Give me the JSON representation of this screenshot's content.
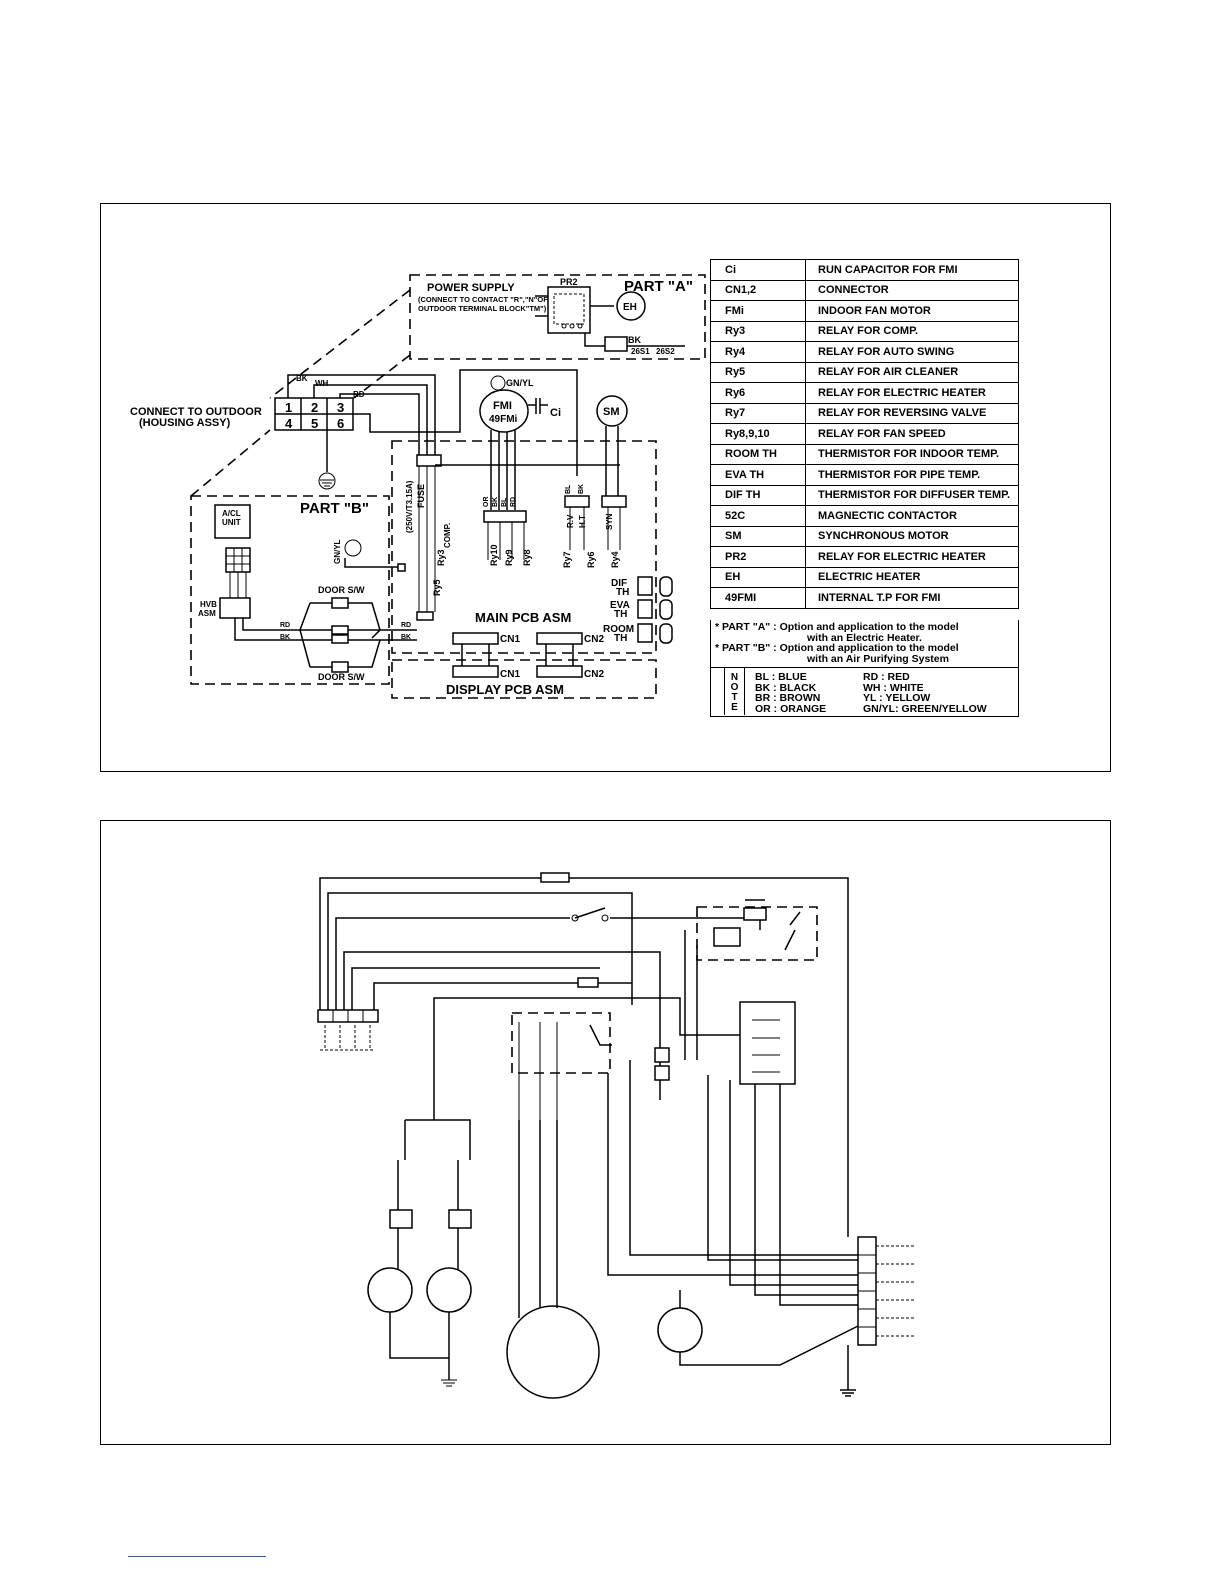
{
  "top_diagram": {
    "part_a_label": "PART \"A\"",
    "part_b_label": "PART \"B\"",
    "power_supply": "POWER SUPPLY",
    "power_note_1": "(CONNECT TO CONTACT \"R\",\"N\"OF",
    "power_note_2": "OUTDOOR TERMINAL BLOCK\"TM\")",
    "pr2": "PR2",
    "eh": "EH",
    "bk": "BK",
    "s26_1": "26S1",
    "s26_2": "26S2",
    "connect_outdoor_1": "CONNECT TO OUTDOOR",
    "connect_outdoor_2": "(HOUSING ASSY)",
    "wire_bk": "BK",
    "wire_wh": "WH",
    "wire_rd": "RD",
    "terminals": [
      "1",
      "2",
      "3",
      "4",
      "5",
      "6"
    ],
    "gn_yl": "GN/YL",
    "fmi": "FMI",
    "fmi_49": "49FMi",
    "ci": "Ci",
    "sm": "SM",
    "fuse": "FUSE",
    "fuse_rating": "(250V/T3.15A)",
    "comp": "COMP.",
    "ry3": "Ry3",
    "ry5": "Ry5",
    "ry10": "Ry10",
    "ry9": "Ry9",
    "ry8": "Ry8",
    "ry7": "Ry7",
    "ry6": "Ry6",
    "ry4": "Ry4",
    "rv": "R.V",
    "ht": "H.T",
    "syn": "SYN",
    "fan_wire_or": "OR",
    "fan_wire_bk": "BK",
    "fan_wire_bl": "BL",
    "fan_wire_rd": "RD",
    "rv_bl": "BL",
    "rv_bk": "BK",
    "dif_th_1": "DIF",
    "dif_th_2": "TH",
    "eva_th_1": "EVA",
    "eva_th_2": "TH",
    "room_th_1": "ROOM",
    "room_th_2": "TH",
    "main_pcb": "MAIN PCB ASM",
    "display_pcb": "DISPLAY PCB ASM",
    "cn1": "CN1",
    "cn2": "CN2",
    "acl_unit_1": "A/CL",
    "acl_unit_2": "UNIT",
    "hvb_1": "HVB",
    "hvb_2": "ASM",
    "door_sw": "DOOR S/W",
    "gn_yl_b": "GN/YL",
    "rd_b": "RD",
    "bk_b": "BK"
  },
  "legend": [
    {
      "code": "Ci",
      "desc": "RUN CAPACITOR FOR FMI"
    },
    {
      "code": "CN1,2",
      "desc": "CONNECTOR"
    },
    {
      "code": "FMi",
      "desc": "INDOOR FAN MOTOR"
    },
    {
      "code": "Ry3",
      "desc": "RELAY FOR COMP."
    },
    {
      "code": "Ry4",
      "desc": "RELAY FOR AUTO SWING"
    },
    {
      "code": "Ry5",
      "desc": "RELAY FOR AIR CLEANER"
    },
    {
      "code": "Ry6",
      "desc": "RELAY FOR ELECTRIC HEATER"
    },
    {
      "code": "Ry7",
      "desc": "RELAY FOR REVERSING VALVE"
    },
    {
      "code": "Ry8,9,10",
      "desc": "RELAY FOR FAN SPEED"
    },
    {
      "code": "ROOM TH",
      "desc": "THERMISTOR FOR INDOOR TEMP."
    },
    {
      "code": "EVA TH",
      "desc": "THERMISTOR FOR PIPE TEMP."
    },
    {
      "code": "DIF TH",
      "desc": "THERMISTOR FOR DIFFUSER TEMP."
    },
    {
      "code": "52C",
      "desc": "MAGNECTIC CONTACTOR"
    },
    {
      "code": "SM",
      "desc": "SYNCHRONOUS MOTOR"
    },
    {
      "code": "PR2",
      "desc": "RELAY FOR ELECTRIC HEATER"
    },
    {
      "code": "EH",
      "desc": "ELECTRIC HEATER"
    },
    {
      "code": "49FMI",
      "desc": "INTERNAL T.P FOR FMI"
    }
  ],
  "notes": {
    "a_1": "* PART \"A\" : Option and application to the model",
    "a_2": "with an Electric Heater.",
    "b_1": "* PART \"B\" : Option and application to the model",
    "b_2": "with an Air Purifying System"
  },
  "colors": {
    "note_label": "NOTE",
    "c1": [
      "BL : BLUE",
      "BK : BLACK",
      "BR : BROWN",
      "OR : ORANGE"
    ],
    "c2": [
      "RD : RED",
      "WH : WHITE",
      "YL : YELLOW",
      "GN/YL: GREEN/YELLOW"
    ]
  }
}
